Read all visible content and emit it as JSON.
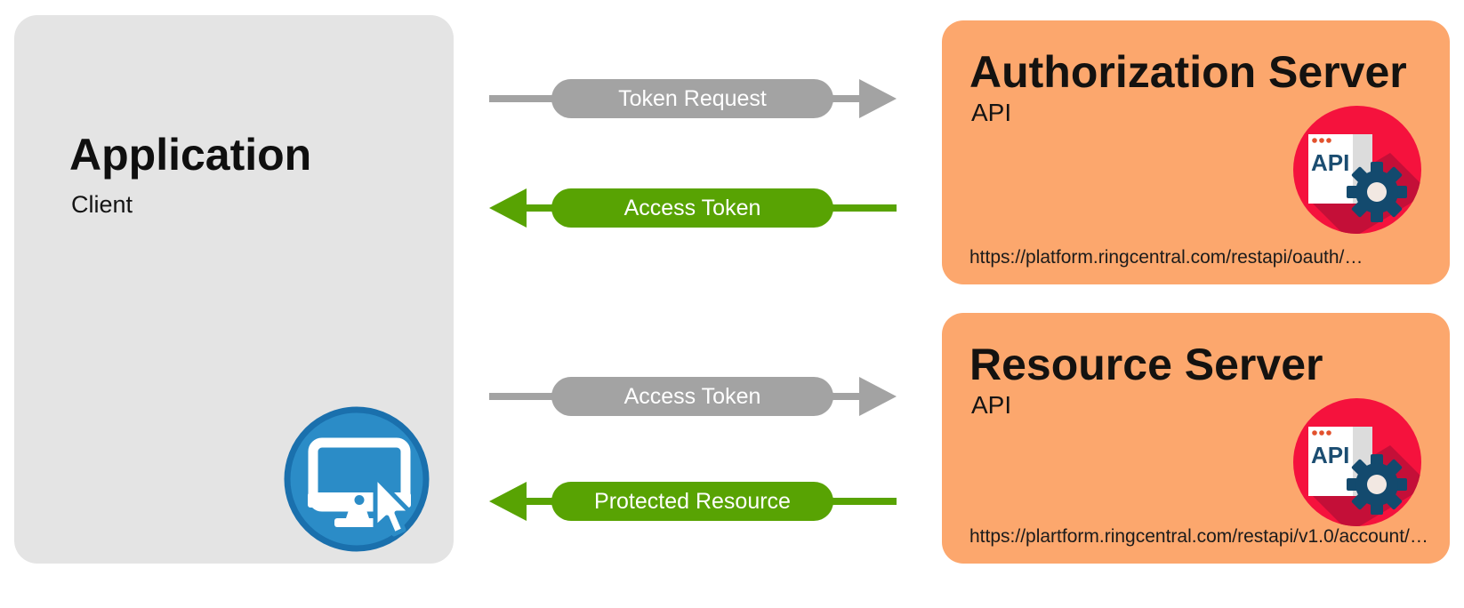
{
  "application": {
    "title": "Application",
    "subtitle": "Client"
  },
  "flows": [
    {
      "label": "Token Request",
      "direction": "right",
      "color": "gray"
    },
    {
      "label": "Access Token",
      "direction": "left",
      "color": "green"
    },
    {
      "label": "Access Token",
      "direction": "right",
      "color": "gray"
    },
    {
      "label": "Protected Resource",
      "direction": "left",
      "color": "green"
    }
  ],
  "servers": {
    "authorization": {
      "title": "Authorization Server",
      "subtitle": "API",
      "url": "https://platform.ringcentral.com/restapi/oauth/…"
    },
    "resource": {
      "title": "Resource Server",
      "subtitle": "API",
      "url": "https://plartform.ringcentral.com/restapi/v1.0/account/…"
    }
  },
  "icons": {
    "application": "computer-cursor-icon",
    "authorization_server": "api-gear-icon",
    "resource_server": "api-gear-icon",
    "api_badge_text": "API"
  },
  "colors": {
    "app_box_bg": "#e4e4e4",
    "server_box_bg": "#fca76d",
    "gray_arrow": "#a3a3a3",
    "green_arrow": "#58a303",
    "icon_red": "#f5123d",
    "icon_red_shadow": "#c40f38",
    "icon_navy": "#134a6e",
    "icon_blue": "#2b8cc7",
    "icon_blue_dark": "#1a70ad"
  }
}
